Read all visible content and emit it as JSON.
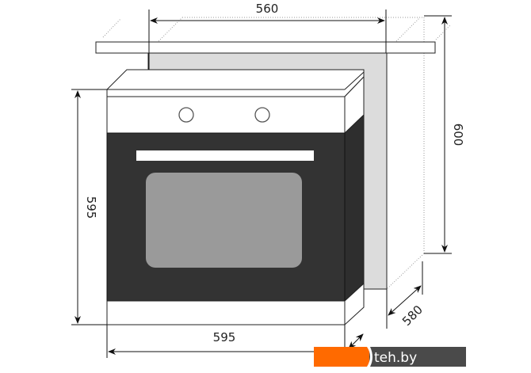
{
  "dimensions": {
    "niche_width": "560",
    "niche_height": "600",
    "oven_height": "595",
    "oven_width": "595",
    "niche_depth": "580"
  },
  "watermark": {
    "text": "teh.by"
  },
  "colors": {
    "door": "#333333",
    "niche": "#dcdcdc",
    "window": "#9a9a9a",
    "watermark_orange": "#ff6a00",
    "watermark_dark": "#4a4a4a"
  }
}
